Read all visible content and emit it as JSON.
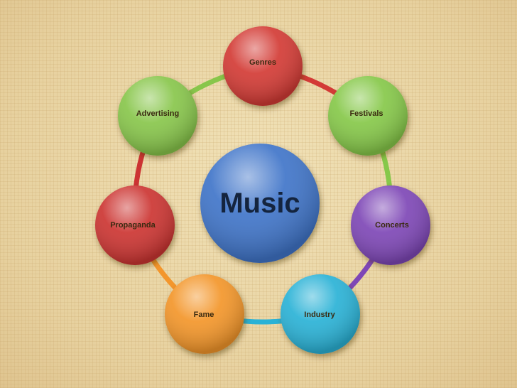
{
  "diagram": {
    "center": {
      "label": "Music",
      "color": "#3f74c9"
    },
    "nodes": [
      {
        "label": "Genres",
        "color": "#d33a36"
      },
      {
        "label": "Festivals",
        "color": "#86c84a"
      },
      {
        "label": "Concerts",
        "color": "#7e46b6"
      },
      {
        "label": "Industry",
        "color": "#2ab2d6"
      },
      {
        "label": "Fame",
        "color": "#f3962c"
      },
      {
        "label": "Propaganda",
        "color": "#cc3433"
      },
      {
        "label": "Advertising",
        "color": "#88c64b"
      }
    ]
  }
}
